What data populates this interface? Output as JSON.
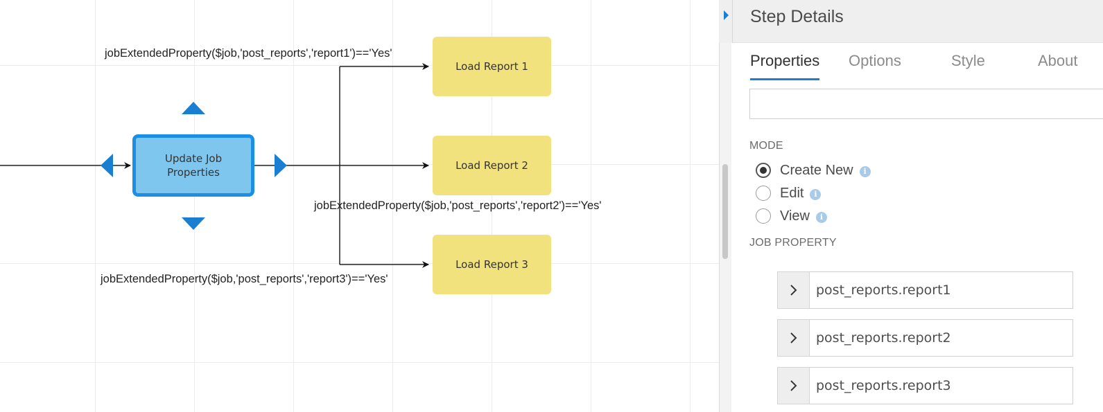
{
  "flow": {
    "step_node": "Update Job Properties",
    "reports": [
      "Load Report 1",
      "Load Report 2",
      "Load Report 3"
    ],
    "conditions": [
      "jobExtendedProperty($job,'post_reports','report1')=='Yes'",
      "jobExtendedProperty($job,'post_reports','report2')=='Yes'",
      "jobExtendedProperty($job,'post_reports','report3')=='Yes'"
    ],
    "colors": {
      "step_fill": "#7fc6ee",
      "step_border": "#1b8fe3",
      "report_fill": "#f2e27e",
      "handle": "#1a7fd1"
    }
  },
  "panel": {
    "title": "Step Details",
    "tabs": [
      {
        "label": "Properties",
        "active": true
      },
      {
        "label": "Options",
        "active": false
      },
      {
        "label": "Style",
        "active": false
      },
      {
        "label": "About",
        "active": false
      }
    ],
    "name_value": "",
    "mode": {
      "label": "MODE",
      "options": [
        {
          "label": "Create New",
          "checked": true
        },
        {
          "label": "Edit",
          "checked": false
        },
        {
          "label": "View",
          "checked": false
        }
      ],
      "info_glyph": "i"
    },
    "job_property": {
      "label": "JOB PROPERTY",
      "rows": [
        "post_reports.report1",
        "post_reports.report2",
        "post_reports.report3"
      ],
      "expand_icon": "chevron-right-icon"
    },
    "accent": "#1a7fd1"
  }
}
